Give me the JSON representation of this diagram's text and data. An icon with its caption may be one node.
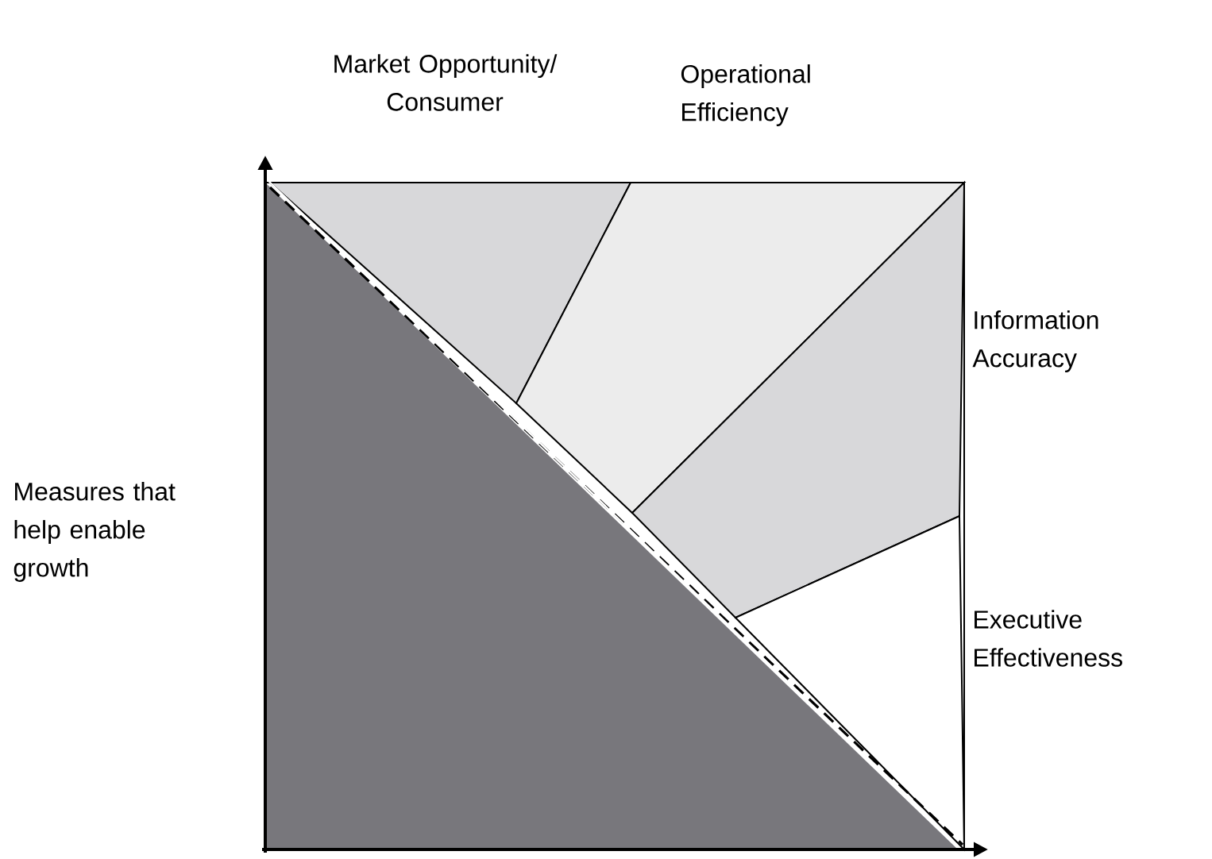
{
  "diagram": {
    "nodes": [
      {
        "text": [
          "Measures that help enable growth"
        ]
      },
      {
        "text": [
          "Market Opportunity/ Consumer"
        ]
      },
      {
        "text": [
          "Operational Efficiency"
        ]
      },
      {
        "text": [
          "Information Accuracy"
        ]
      },
      {
        "text": [
          "Executive Effectiveness"
        ]
      }
    ]
  }
}
